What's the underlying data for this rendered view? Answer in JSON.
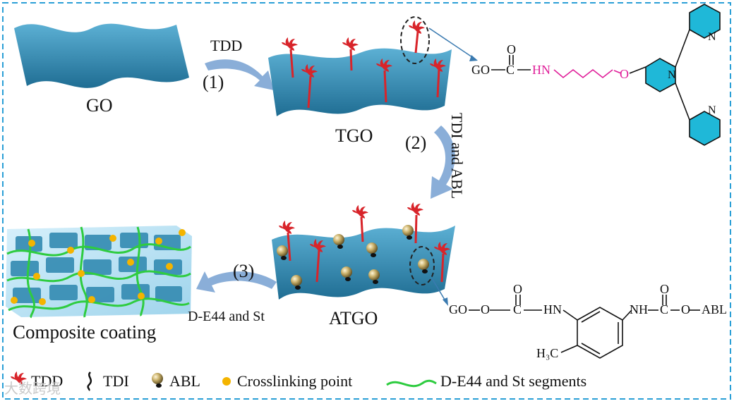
{
  "labels": {
    "go": "GO",
    "tgo": "TGO",
    "atgo": "ATGO",
    "composite": "Composite coating",
    "step1_num": "(1)",
    "step1_reagent": "TDD",
    "step2_num": "(2)",
    "step2_reagent": "TDI and ABL",
    "step3_num": "(3)",
    "step3_reagent": "D-E44 and St"
  },
  "structure_top": {
    "go": "GO",
    "c": "C",
    "o_double": "O",
    "hn": "HN",
    "o_ether": "O",
    "n1": "N",
    "n2": "N",
    "n3": "N"
  },
  "structure_bottom": {
    "go": "GO",
    "o1": "O",
    "c1": "C",
    "o_double1": "O",
    "hn": "HN",
    "nh": "NH",
    "c2": "C",
    "o_double2": "O",
    "o2": "O",
    "abl": "ABL",
    "ch3": "H₃C"
  },
  "legend": [
    {
      "label": "TDD",
      "icon": "tdd-icon"
    },
    {
      "label": "TDI",
      "icon": "tdi-icon"
    },
    {
      "label": "ABL",
      "icon": "abl-sphere-icon"
    },
    {
      "label": "Crosslinking point",
      "icon": "crosslink-point-icon"
    },
    {
      "label": "D-E44 and St segments",
      "icon": "segment-curve-icon"
    }
  ],
  "colors": {
    "sheet": "#3a8fb5",
    "sheet_dark": "#1f6d93",
    "arrow": "#8aaed8",
    "frame": "#2a9fd6",
    "tdd": "#d8242a",
    "linker": "#e0209a",
    "pyridine": "#1fb8d8",
    "crosslink": "#f4b400",
    "segment": "#2ecc40",
    "composite_bg": "#bfe6f7"
  },
  "watermark": "大数跨境"
}
